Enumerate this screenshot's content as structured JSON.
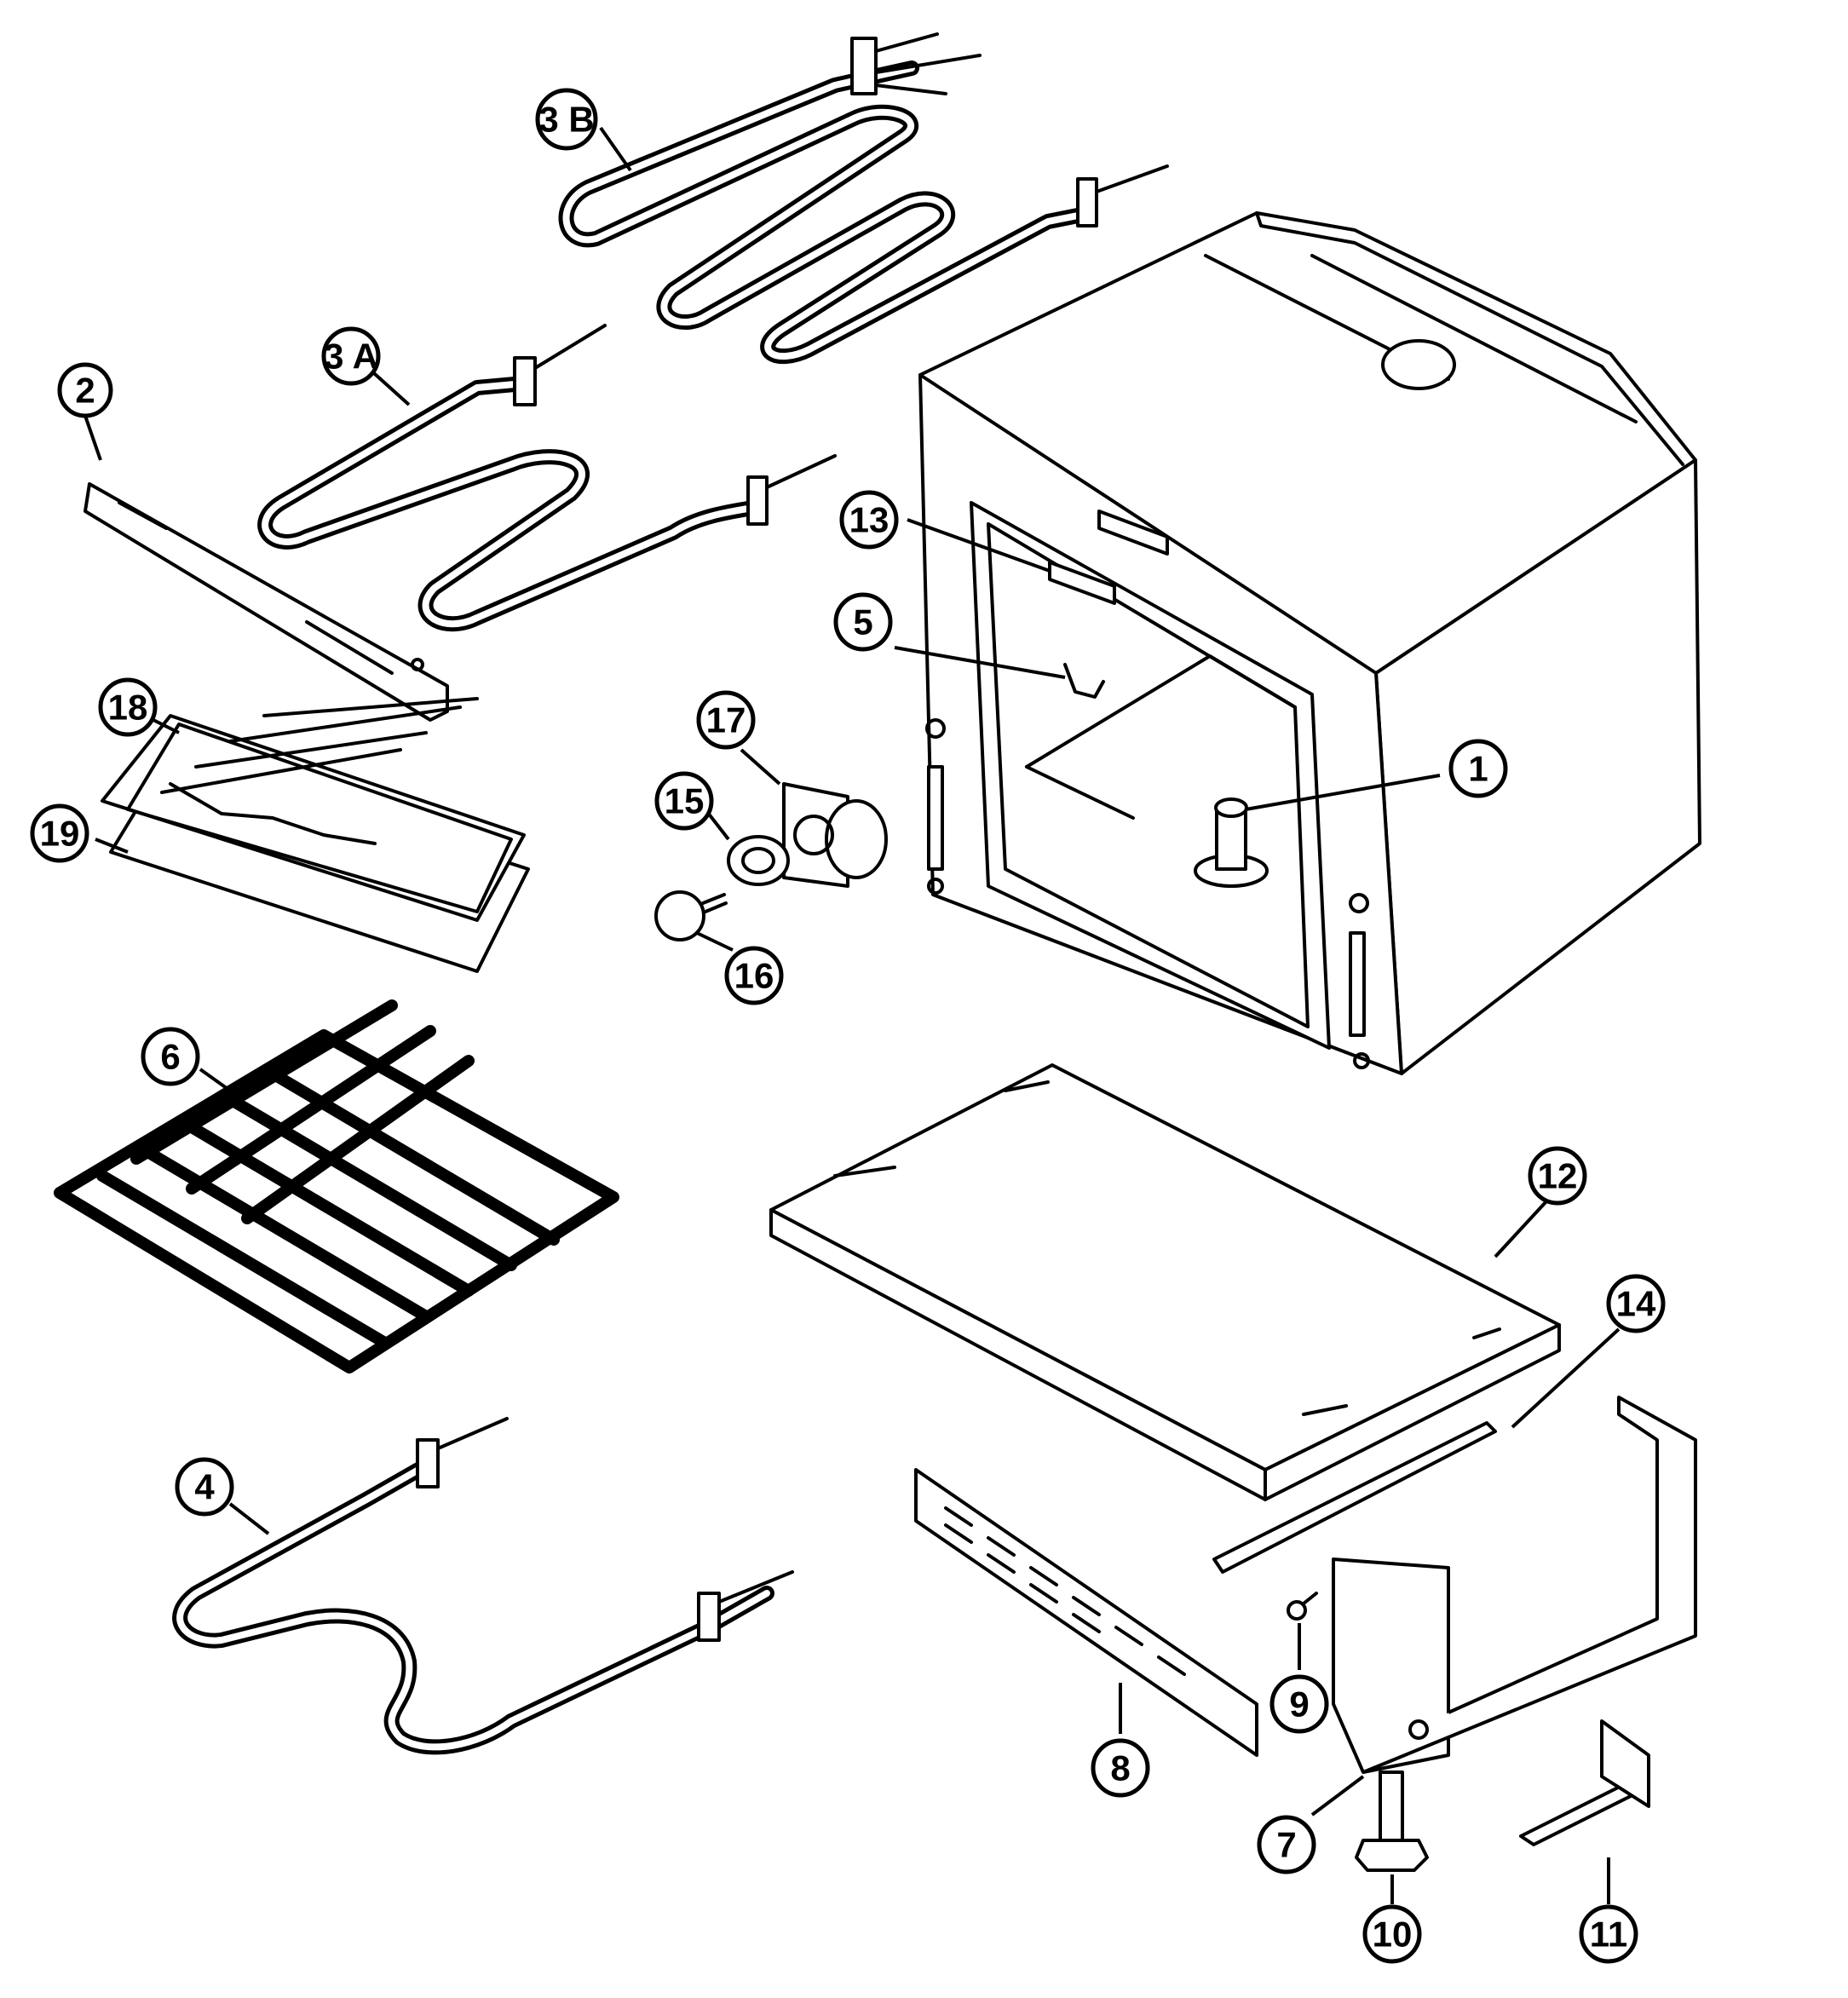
{
  "diagram": {
    "callouts": [
      {
        "id": "1",
        "label": "1"
      },
      {
        "id": "2",
        "label": "2"
      },
      {
        "id": "3a",
        "label": "3 A"
      },
      {
        "id": "3b",
        "label": "3 B"
      },
      {
        "id": "4",
        "label": "4"
      },
      {
        "id": "5",
        "label": "5"
      },
      {
        "id": "6",
        "label": "6"
      },
      {
        "id": "7",
        "label": "7"
      },
      {
        "id": "8",
        "label": "8"
      },
      {
        "id": "9",
        "label": "9"
      },
      {
        "id": "10",
        "label": "10"
      },
      {
        "id": "11",
        "label": "11"
      },
      {
        "id": "12",
        "label": "12"
      },
      {
        "id": "13",
        "label": "13"
      },
      {
        "id": "14",
        "label": "14"
      },
      {
        "id": "15",
        "label": "15"
      },
      {
        "id": "16",
        "label": "16"
      },
      {
        "id": "17",
        "label": "17"
      },
      {
        "id": "18",
        "label": "18"
      },
      {
        "id": "19",
        "label": "19"
      }
    ]
  }
}
